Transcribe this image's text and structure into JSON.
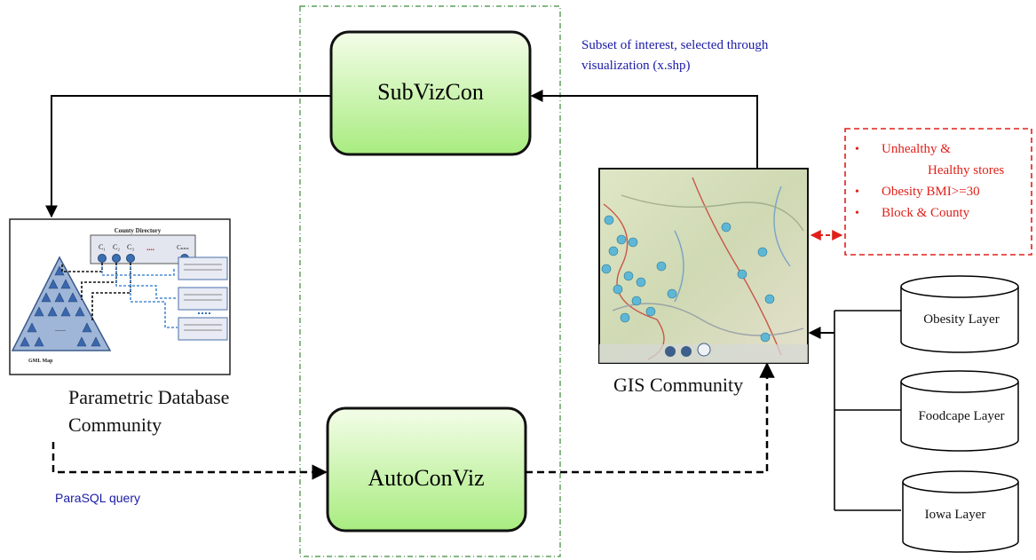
{
  "nodes": {
    "subvizcon": {
      "label": "SubVizCon"
    },
    "autoconviz": {
      "label": "AutoConViz"
    }
  },
  "labels": {
    "subset_line1": "Subset of interest, selected through",
    "subset_line2": "visualization  (x.shp)",
    "parasql": "ParaSQL query",
    "parametric_line1": "Parametric Database",
    "parametric_line2": "Community",
    "gis": "GIS Community"
  },
  "param_figure": {
    "title": "County Directory",
    "cells": [
      "C₁",
      "C₂",
      "C₃",
      "Cₙₙₙ"
    ],
    "dots": "....",
    "gml_label": "GML Map",
    "pyramid_dots": "......"
  },
  "legend": {
    "items": [
      {
        "line1": "Unhealthy  &",
        "line2": "Healthy stores"
      },
      {
        "line1": "Obesity BMI>=30"
      },
      {
        "line1": "Block & County"
      }
    ]
  },
  "layers": [
    {
      "label": "Obesity Layer"
    },
    {
      "label": "Foodcape Layer"
    },
    {
      "label": "Iowa Layer"
    }
  ],
  "colors": {
    "blue_text": "#1a1aa6",
    "red_text": "#e0201a",
    "box_fill_top": "#f4fde8",
    "box_fill_bottom": "#a8ec80",
    "dashed_green": "#3c8a3c"
  }
}
